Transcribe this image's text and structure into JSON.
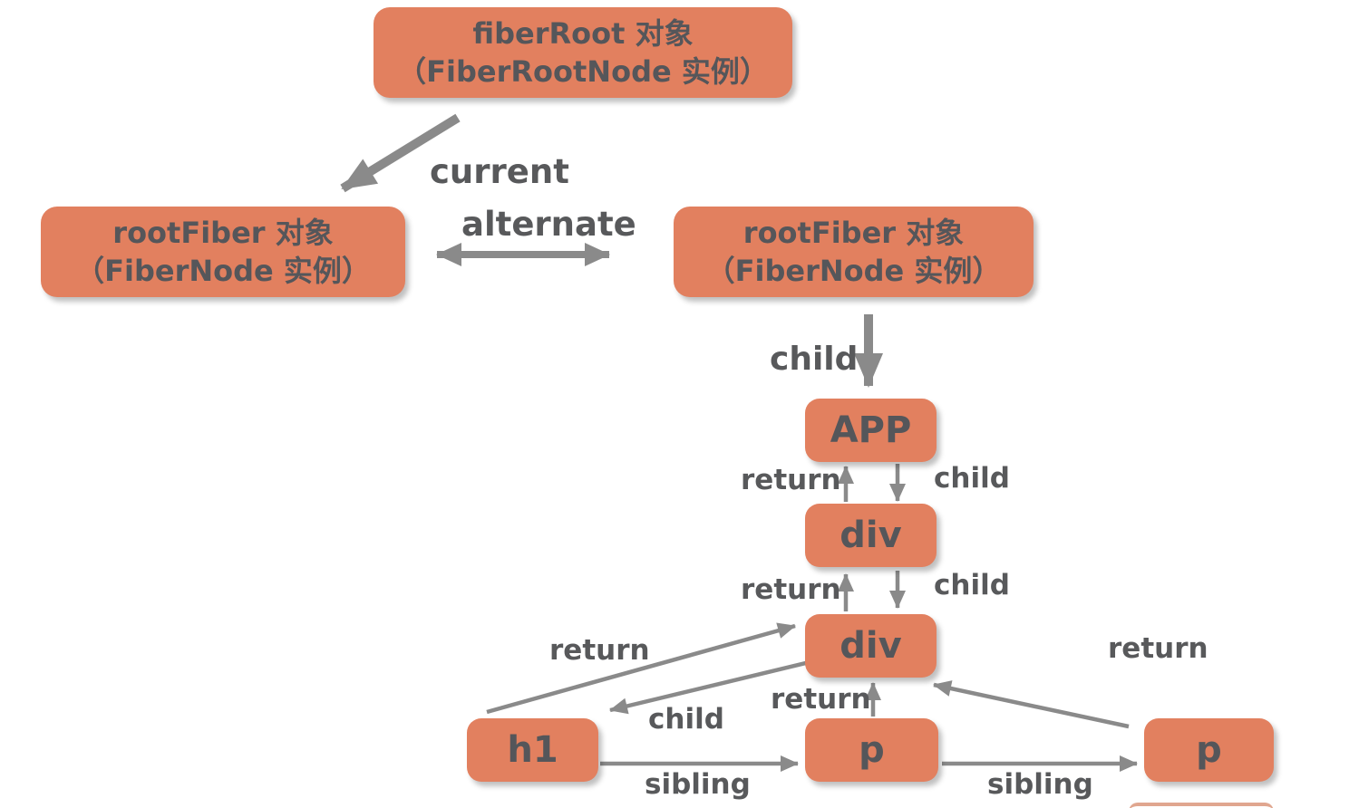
{
  "diagram_title": "React Fiber tree structure diagram",
  "colors": {
    "node_fill": "#e2805f",
    "node_text": "#55565a",
    "arrow": "#8a8a8a",
    "label_text": "#58595b",
    "background": "#ffffff"
  },
  "nodes": {
    "fiber_root": {
      "line1": "fiberRoot 对象",
      "line2": "（FiberRootNode 实例）"
    },
    "root_fiber_left": {
      "line1": "rootFiber 对象",
      "line2": "（FiberNode 实例）"
    },
    "root_fiber_right": {
      "line1": "rootFiber 对象",
      "line2": "（FiberNode 实例）"
    },
    "app": {
      "label": "APP"
    },
    "div_upper": {
      "label": "div"
    },
    "div_lower": {
      "label": "div"
    },
    "h1": {
      "label": "h1"
    },
    "p_middle": {
      "label": "p"
    },
    "p_right": {
      "label": "p"
    }
  },
  "edge_labels": {
    "current": "current",
    "alternate": "alternate",
    "child_root": "child",
    "return_div_app": "return",
    "child_app_div": "child",
    "return_div_div": "return",
    "child_div_div": "child",
    "return_h1_div": "return",
    "child_div_h1": "child",
    "return_p_div": "return",
    "return_p_right_div": "return",
    "sibling_left": "sibling",
    "sibling_right": "sibling"
  }
}
